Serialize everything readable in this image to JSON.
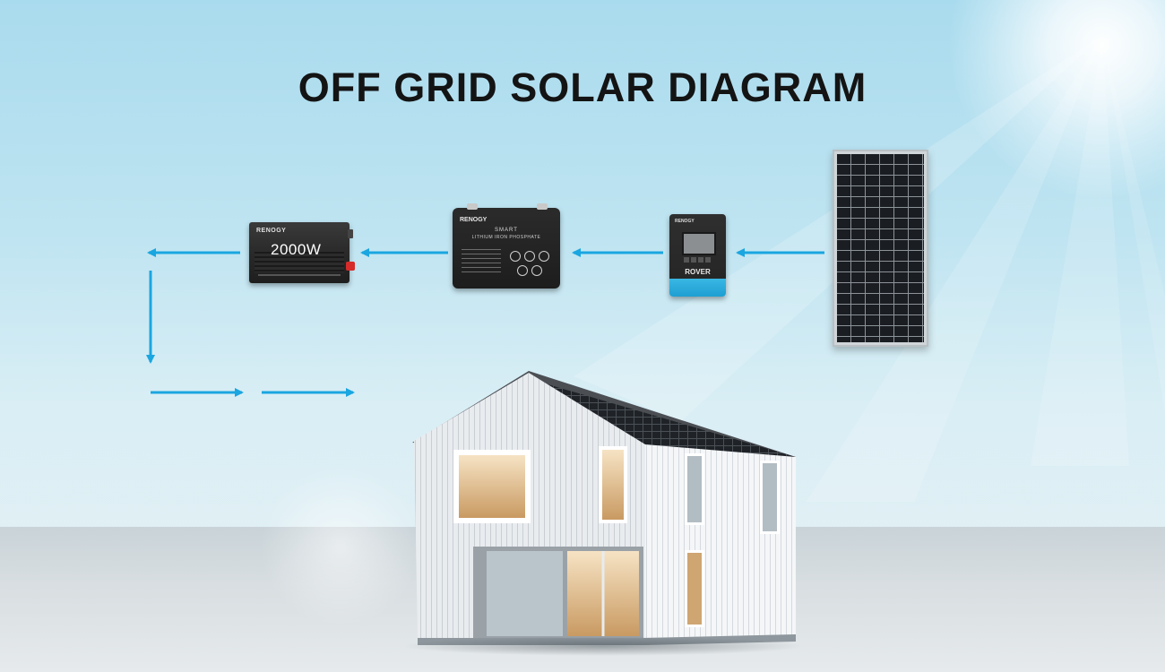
{
  "diagram": {
    "title": "OFF GRID SOLAR DIAGRAM",
    "arrow_color": "#1aa6e0",
    "flow": [
      "solar-panel",
      "charge-controller",
      "battery",
      "inverter",
      "house"
    ]
  },
  "inverter": {
    "brand": "RENOGY",
    "rating": "2000W"
  },
  "battery": {
    "brand": "RENOGY",
    "line1": "SMART",
    "line2": "LITHIUM IRON PHOSPHATE"
  },
  "controller": {
    "brand": "RENOGY",
    "model": "ROVER"
  }
}
